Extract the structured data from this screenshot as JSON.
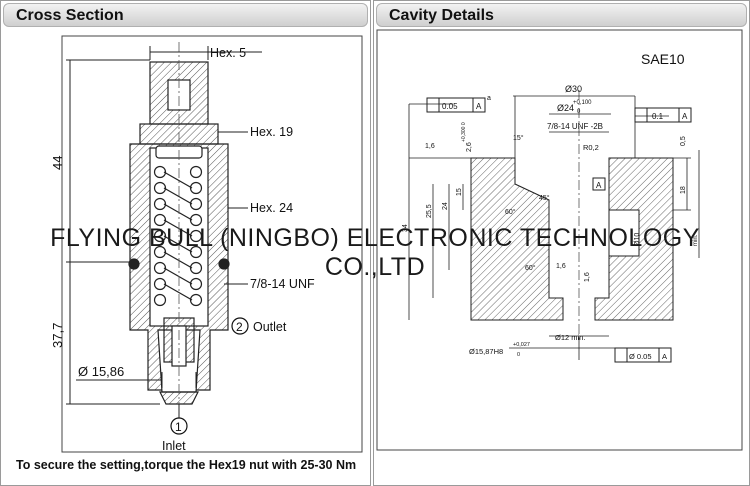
{
  "panels": {
    "left_title": "Cross Section",
    "right_title": "Cavity Details"
  },
  "cross_section": {
    "hex5": "Hex. 5",
    "hex19": "Hex. 19",
    "hex24": "Hex. 24",
    "thread": "7/8-14 UNF",
    "dim_44": "44",
    "dim_37_7": "37,7",
    "dim_dia": "Ø 15,86",
    "port2_num": "2",
    "port2_label": "Outlet",
    "port1_num": "1",
    "port1_label": "Inlet",
    "note": "To secure the setting,torque the Hex19 nut with 25-30 Nm"
  },
  "cavity": {
    "standard": "SAE10",
    "dia30": "Ø30",
    "dia24": "Ø24",
    "dia24_tol_up": "+0,100",
    "dia24_tol_low": "0",
    "thread": "7/8-14 UNF -2B",
    "tol_perp": "0.05",
    "tol_perp_ref": "A",
    "tol_run": "0.1",
    "tol_run_ref": "A",
    "angle15": "15°",
    "angle45": "45°",
    "angle60a": "60°",
    "angle60b": "60°",
    "angle_a": "a",
    "r02": "R0,2",
    "datum_a": "A",
    "rough_16a": "1,6",
    "rough_16b": "1,6",
    "rough_16c": "1,6",
    "dim_26": "2,6",
    "dim_26_tol": "+0,300 0",
    "dim_15": "15",
    "dim_24": "24",
    "dim_255": "25,5",
    "dim_34": "34",
    "dim_05": "0,5",
    "dim_18": "18",
    "dia10": "Ø10",
    "min_label": "min.",
    "dia12": "Ø12 min.",
    "dia1587": "Ø15,87H8",
    "dia1587_tol_up": "+0,027",
    "dia1587_tol_low": "0",
    "pos_tol": "Ø 0.05",
    "pos_ref": "A"
  },
  "watermark": "FLYING BULL (NINGBO) ELECTRONIC TECHNOLOGY CO.,LTD"
}
